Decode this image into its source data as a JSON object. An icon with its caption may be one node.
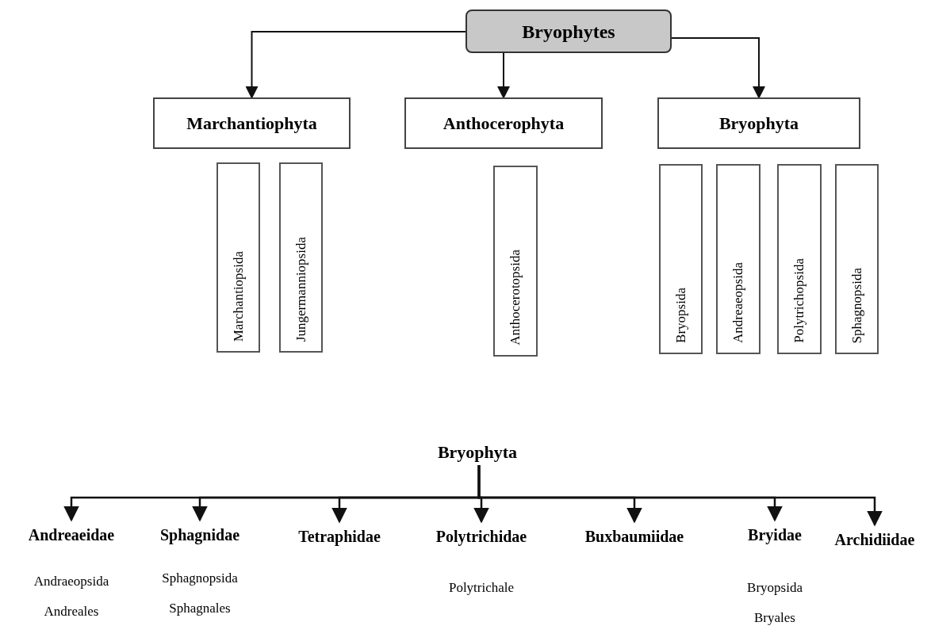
{
  "diagram": {
    "nodes": [
      {
        "text": [
          "Bryophytes"
        ]
      },
      {
        "text": [
          "Marchantiophyta"
        ]
      },
      {
        "text": [
          "Anthocerophyta"
        ]
      },
      {
        "text": [
          "Bryophyta"
        ]
      },
      {
        "text": [
          "Marchantiopsida"
        ]
      },
      {
        "text": [
          "Jungermanniopsida"
        ]
      },
      {
        "text": [
          "Anthocerotopsida"
        ]
      },
      {
        "text": [
          "Bryopsida"
        ]
      },
      {
        "text": [
          "Andreaeopsida"
        ]
      },
      {
        "text": [
          "Polytrichopsida"
        ]
      },
      {
        "text": [
          "Sphagnopsida"
        ]
      },
      {
        "text": [
          "Bryophyta"
        ]
      },
      {
        "text": [
          "Andreaeidae"
        ],
        "beside": [
          "Andraeopsida",
          "Andreales"
        ]
      },
      {
        "text": [
          "Sphagnidae"
        ],
        "beside": [
          "Sphagnopsida",
          "Sphagnales"
        ]
      },
      {
        "text": [
          "Tetraphidae"
        ]
      },
      {
        "text": [
          "Polytrichidae"
        ],
        "beside": [
          "Polytrichale"
        ]
      },
      {
        "text": [
          "Buxbaumiidae"
        ]
      },
      {
        "text": [
          "Bryidae"
        ],
        "beside": [
          "Bryopsida",
          "Bryales"
        ]
      },
      {
        "text": [
          "Archidiidae"
        ]
      }
    ],
    "edges": [
      {
        "from": 0,
        "to": 1,
        "arrow": "to"
      },
      {
        "from": 0,
        "to": 2,
        "arrow": "to"
      },
      {
        "from": 0,
        "to": 3,
        "arrow": "to"
      },
      {
        "from": 11,
        "to": 12,
        "arrow": "to"
      },
      {
        "from": 11,
        "to": 13,
        "arrow": "to"
      },
      {
        "from": 11,
        "to": 14,
        "arrow": "to"
      },
      {
        "from": 11,
        "to": 15,
        "arrow": "to"
      },
      {
        "from": 11,
        "to": 16,
        "arrow": "to"
      },
      {
        "from": 11,
        "to": 17,
        "arrow": "to"
      },
      {
        "from": 11,
        "to": 18,
        "arrow": "to"
      }
    ]
  }
}
